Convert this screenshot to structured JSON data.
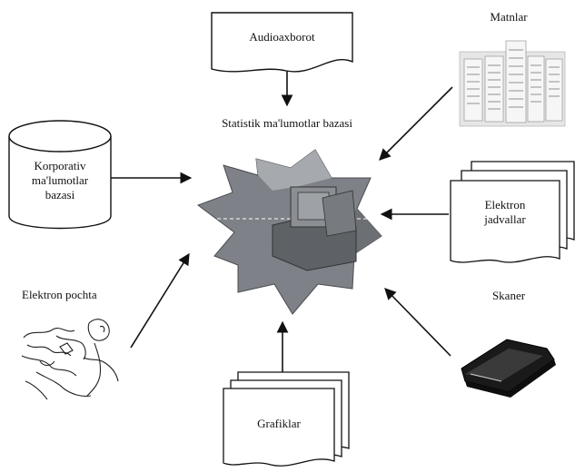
{
  "nodes": {
    "audio": {
      "label": "Audioaxborot"
    },
    "center": {
      "label": "Statistik ma'lumotlar bazasi"
    },
    "texts": {
      "label": "Matnlar"
    },
    "corporate": {
      "label": "Korporativ ma'lumotlar bazasi",
      "lines": [
        "Korporativ",
        "ma'lumotlar",
        "bazasi"
      ]
    },
    "spreadsheets": {
      "label": "Elektron jadvallar",
      "lines": [
        "Elektron",
        "jadvallar"
      ]
    },
    "email": {
      "label": "Elektron pochta"
    },
    "scanner": {
      "label": "Skaner"
    },
    "charts": {
      "label": "Grafiklar"
    }
  },
  "icons": {
    "center": "computer-star-icon",
    "texts": "document-pages-icon",
    "email": "hand-drawn-sketch-icon",
    "scanner": "scanner-device-icon"
  }
}
